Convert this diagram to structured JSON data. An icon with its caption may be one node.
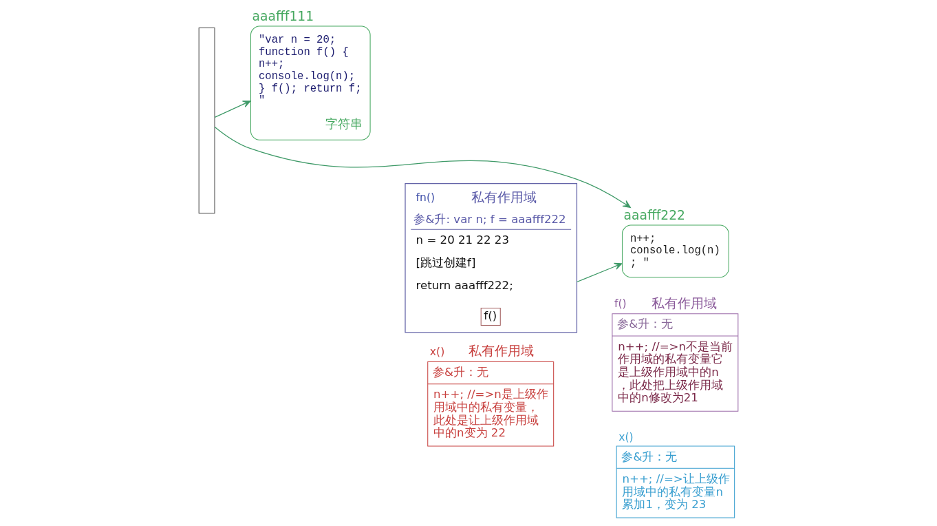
{
  "diagram": {
    "nodes": [
      {
        "text": [],
        "shape": "box"
      },
      {
        "text": [
          "aaafff111",
          "\"var n = 20; function f() { n++; console.log(n); } f(); return f; \"",
          "字符串"
        ]
      },
      {
        "text": [
          "fn()",
          "私有作用域",
          "参&升: var n; f = aaafff222",
          "n = 20 21 22 23",
          "[跳过创建f]",
          "return aaafff222;"
        ]
      },
      {
        "text": [
          "f()"
        ],
        "in": 2
      },
      {
        "text": [
          "aaafff222",
          "n++; console.log(n) ; \""
        ]
      },
      {
        "text": [
          "f()",
          "私有作用域",
          "参&升：无",
          "n++; //=>n不是当前作用域的私有变量它是上级作用域中的n，此处把上级作用域中的n修改为21"
        ]
      },
      {
        "text": [
          "x()",
          "私有作用域",
          "参&升：无",
          "n++; //=>n是上级作用域中的私有变量，此处是让上级作用域中的n变为 22"
        ]
      },
      {
        "text": [
          "x()",
          "参&升：无",
          "n++; //=>让上级作用域中的私有变量n累加1，变为 23"
        ]
      }
    ],
    "edges": [
      {
        "from": 0,
        "to": 1,
        "arrow": "to"
      },
      {
        "from": 2,
        "to": 4,
        "arrow": "to"
      },
      {
        "from": 0,
        "to": 4,
        "arrow": "to"
      }
    ]
  }
}
